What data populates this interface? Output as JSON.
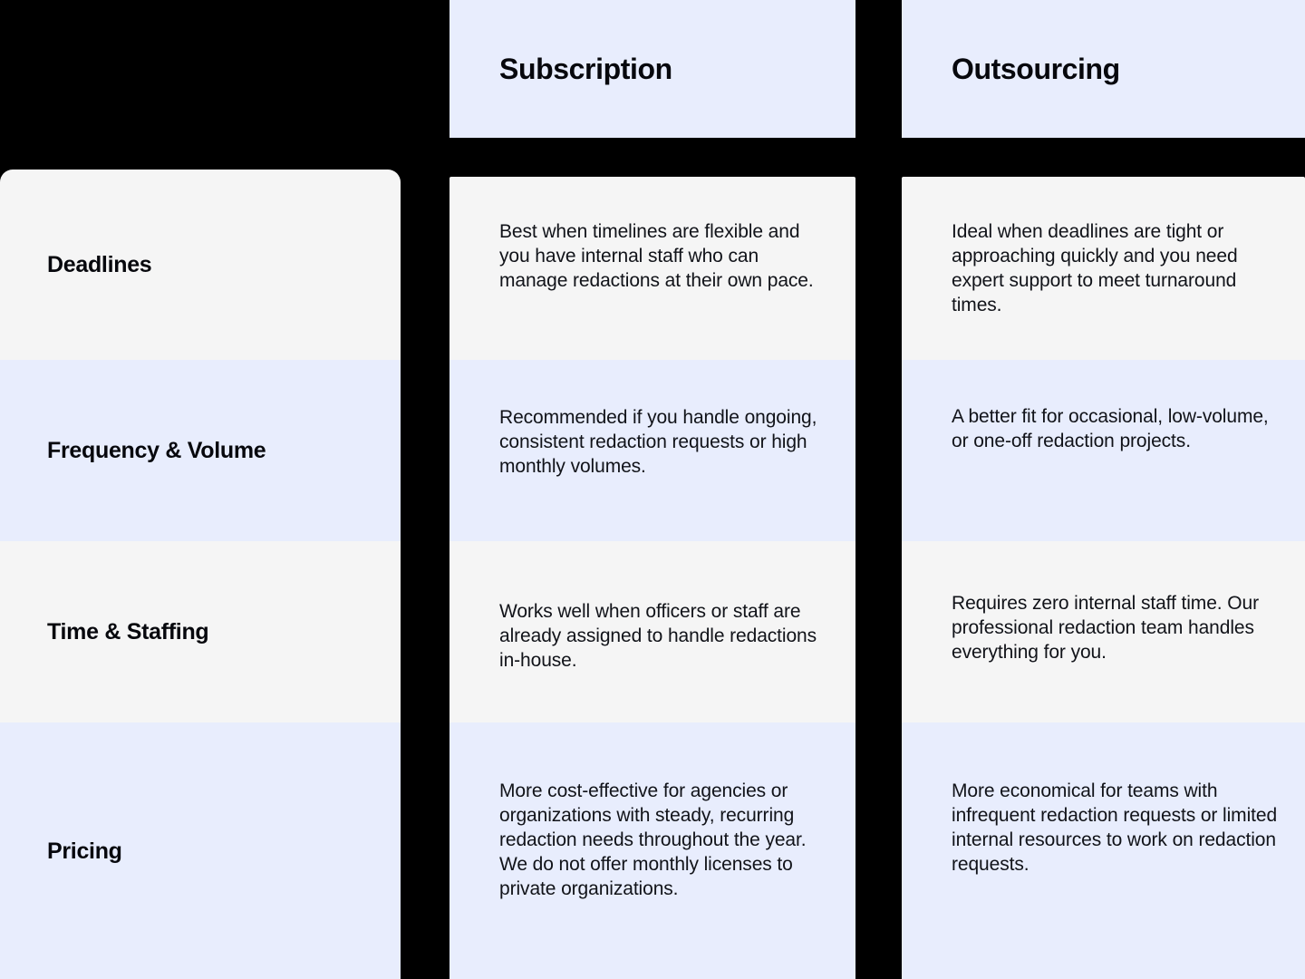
{
  "theme": {
    "page_background": "#000000",
    "panel_blue": "#e8edfd",
    "panel_light": "#f5f5f5",
    "heading_color": "#07080d",
    "body_color": "#111319"
  },
  "columns": {
    "label_header": "",
    "subscription_header": "Subscription",
    "outsourcing_header": "Outsourcing"
  },
  "rows": [
    {
      "label": "Deadlines",
      "subscription": "Best when timelines are flexible and you have internal staff who can manage redactions at their own pace.",
      "outsourcing": "Ideal when deadlines are tight or approaching quickly and you need expert support to meet turnaround times."
    },
    {
      "label": "Frequency & Volume",
      "subscription": "Recommended if you handle ongoing, consistent redaction requests or high monthly volumes.",
      "outsourcing": "A better fit for occasional, low-volume, or one-off redaction projects."
    },
    {
      "label": "Time & Staffing",
      "subscription": "Works well when officers or staff are already assigned to handle redactions in-house.",
      "outsourcing": "Requires zero internal staff time. Our professional redaction team handles everything for you."
    },
    {
      "label": "Pricing",
      "subscription": "More cost-effective for agencies or organizations with steady, recurring redaction needs throughout the year. We do not offer monthly licenses to private organizations.",
      "outsourcing": "More economical for teams with infrequent redaction requests or limited internal resources to work on redaction requests."
    }
  ]
}
